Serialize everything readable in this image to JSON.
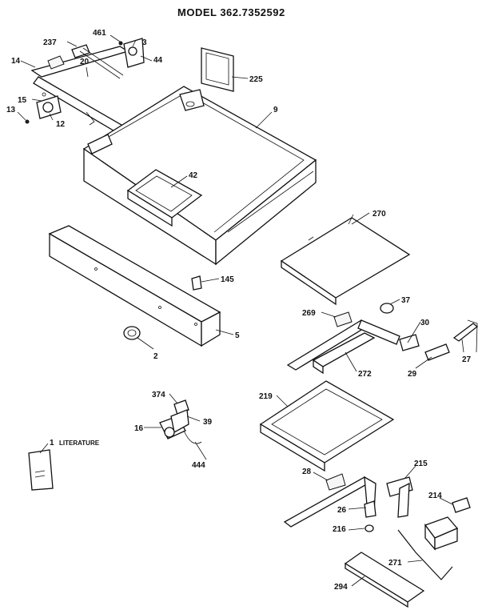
{
  "title": "MODEL 362.7352592",
  "literature_label": "LITERATURE",
  "callouts": {
    "c461": "461",
    "c237": "237",
    "c3": "3",
    "c14": "14",
    "c20": "20",
    "c44": "44",
    "c225": "225",
    "c15": "15",
    "c13": "13",
    "c12": "12",
    "c9": "9",
    "c42": "42",
    "c270": "270",
    "c145": "145",
    "c37": "37",
    "c269": "269",
    "c30": "30",
    "c5": "5",
    "c2": "2",
    "c27": "27",
    "c29": "29",
    "c272": "272",
    "c374": "374",
    "c219": "219",
    "c39": "39",
    "c16": "16",
    "c444": "444",
    "c1": "1",
    "c215": "215",
    "c28": "28",
    "c214": "214",
    "c26": "26",
    "c216": "216",
    "c271": "271",
    "c294": "294"
  }
}
